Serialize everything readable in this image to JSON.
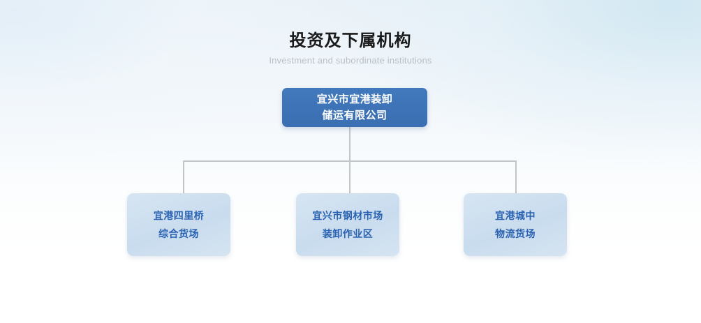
{
  "heading": {
    "title": "投资及下属机构",
    "subtitle": "Investment and subordinate institutions"
  },
  "chart": {
    "type": "org-chart",
    "root": {
      "label": "宜兴市宜港装卸\n储运有限公司",
      "line1": "宜兴市宜港装卸",
      "line2": "储运有限公司"
    },
    "children": [
      {
        "label": "宜港四里桥\n综合货场",
        "line1": "宜港四里桥",
        "line2": "综合货场"
      },
      {
        "label": "宜兴市钢材市场\n装卸作业区",
        "line1": "宜兴市钢材市场",
        "line2": "装卸作业区"
      },
      {
        "label": "宜港城中\n物流货场",
        "line1": "宜港城中",
        "line2": "物流货场"
      }
    ]
  },
  "colors": {
    "root_box": "#3c72b8",
    "root_text": "#ffffff",
    "child_box": "#c9dcee",
    "child_text": "#2a62b2",
    "connector": "#c2c4c6",
    "title_text": "#1a1a1a",
    "subtitle_text": "#b9bfc4",
    "background_top": "#eaf2f8",
    "background_bottom": "#ffffff"
  }
}
